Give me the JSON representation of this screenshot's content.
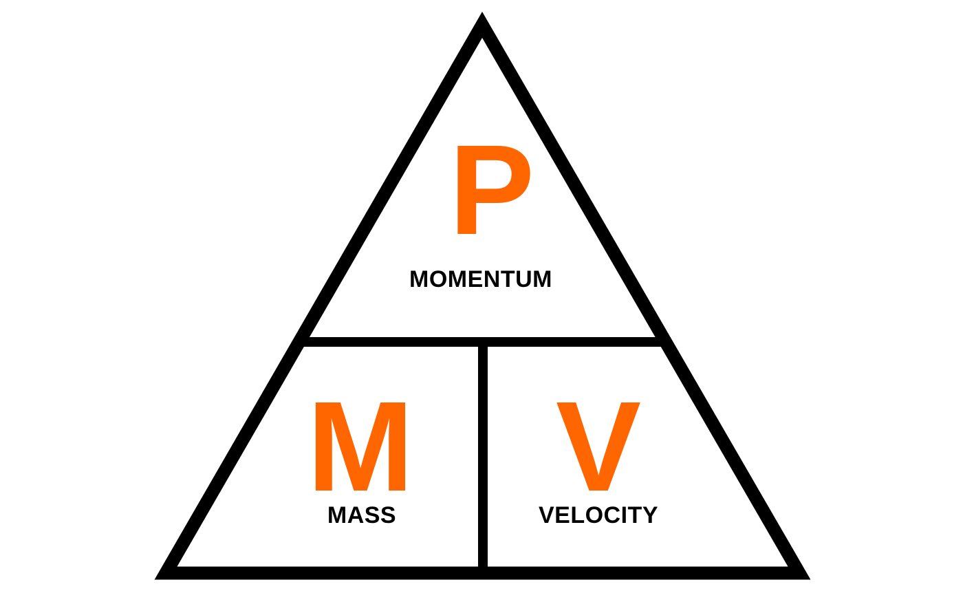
{
  "diagram": {
    "top": {
      "symbol": "P",
      "label": "MOMENTUM"
    },
    "bottom_left": {
      "symbol": "M",
      "label": "MASS"
    },
    "bottom_right": {
      "symbol": "V",
      "label": "VELOCITY"
    },
    "colors": {
      "symbol": "#ff6600",
      "outline": "#000000",
      "label": "#000000"
    }
  }
}
